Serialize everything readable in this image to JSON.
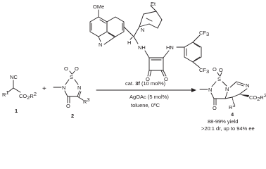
{
  "scheme": {
    "compound_1": {
      "number": "1",
      "nitrile": "NC",
      "substituent": "R",
      "substituent_sup": "1",
      "ester": "CO",
      "ester_sub": "2",
      "ester_r": "R",
      "ester_r_sup": "2"
    },
    "plus": "+",
    "compound_2": {
      "number": "2",
      "sulfonyl_o1": "O",
      "sulfonyl_o2": "O",
      "sulfur": "S",
      "nitrogen_methyl": "N",
      "methyl": "",
      "ring_n": "N",
      "carbonyl_o": "O",
      "substituent": "R",
      "substituent_sup": "3"
    },
    "catalyst": {
      "methoxy": "OMe",
      "ethyl": "Et",
      "quinoline_n": "N",
      "quinuclidine_n": "N",
      "nh1": "NH",
      "nh2": "HN",
      "cf3_top": "CF",
      "cf3_top_sub": "3",
      "cf3_bottom": "CF",
      "cf3_bottom_sub": "3",
      "squaramide_o1": "O",
      "squaramide_o2": "O",
      "stereo_h": "H"
    },
    "conditions": {
      "catalyst_line": "cat. ",
      "catalyst_bold": "3f",
      "catalyst_loading": " (10 mol%)",
      "additive": "AgOAc (5 mol%)",
      "solvent_temp": "toluene, 0ºC"
    },
    "product_4": {
      "number": "4",
      "sulfonyl_o1": "O",
      "sulfonyl_o2": "O",
      "sulfur": "S",
      "n1": "N",
      "n2": "N",
      "carbonyl_o": "O",
      "substituent": "R",
      "substituent_sup": "3",
      "ester": "CO",
      "ester_sub": "2",
      "ester_r": "R",
      "ester_r_sup": "2",
      "ring_n": "N"
    },
    "results": {
      "yield": "88-99% yield",
      "selectivity": ">20:1 dr, up to 94% ee"
    }
  }
}
